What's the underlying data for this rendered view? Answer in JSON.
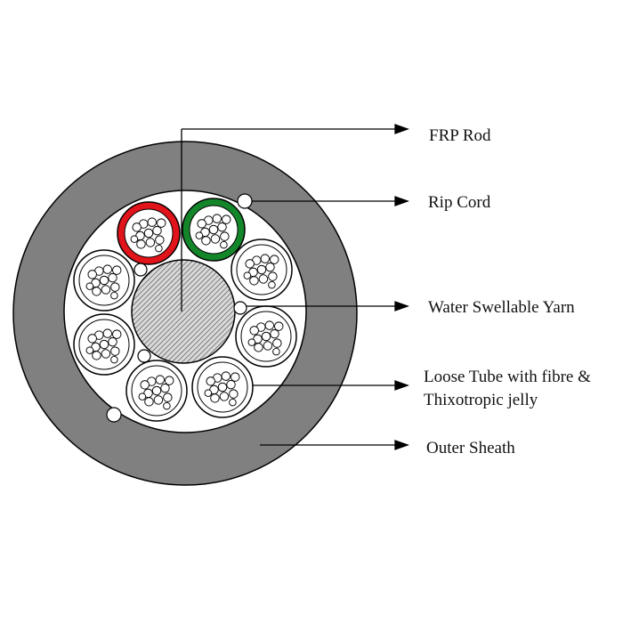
{
  "diagram": {
    "labels": {
      "frp_rod": "FRP Rod",
      "rip_cord": "Rip Cord",
      "water_swellable_yarn": "Water Swellable Yarn",
      "loose_tube_line1": "Loose Tube with fibre &",
      "loose_tube_line2": "Thixotropic jelly",
      "outer_sheath": "Outer Sheath"
    },
    "colors": {
      "outer_sheath": "#808080",
      "core_background": "#ffffff",
      "frp_rod_fill": "#d9d9d9",
      "tube_red": "#e0141a",
      "tube_green": "#14862a",
      "outline": "#000000"
    },
    "components": {
      "loose_tube_count": 8,
      "colored_tubes": [
        "red",
        "green"
      ],
      "fibres_per_tube": 12
    }
  }
}
